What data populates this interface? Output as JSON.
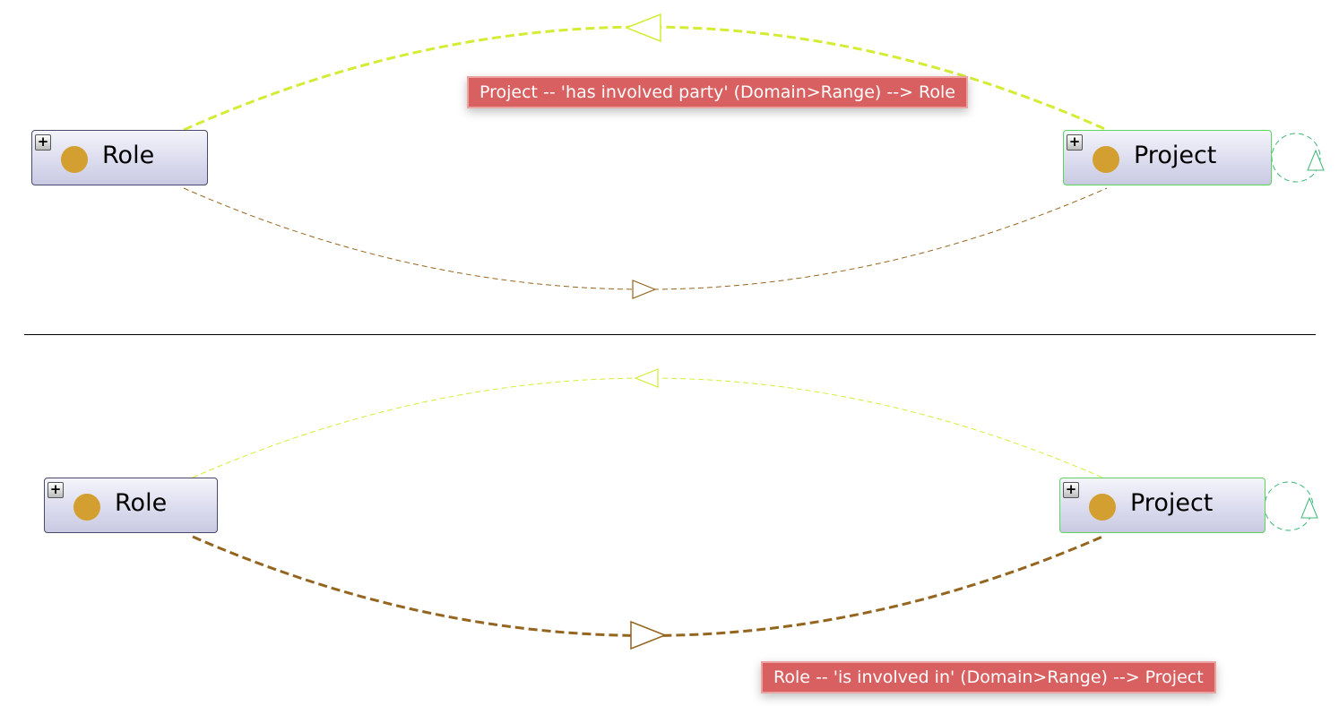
{
  "panels": [
    {
      "node_left": {
        "label": "Role",
        "expand_glyph": "+",
        "icon": "class-dot-icon"
      },
      "node_right": {
        "label": "Project",
        "expand_glyph": "+",
        "icon": "class-dot-icon"
      },
      "tooltip": "Project -- 'has involved party' (Domain>Range) --> Role",
      "highlighted_edge": "has involved party"
    },
    {
      "node_left": {
        "label": "Role",
        "expand_glyph": "+",
        "icon": "class-dot-icon"
      },
      "node_right": {
        "label": "Project",
        "expand_glyph": "+",
        "icon": "class-dot-icon"
      },
      "tooltip": "Role -- 'is involved in' (Domain>Range) --> Project",
      "highlighted_edge": "is involved in"
    }
  ],
  "colors": {
    "background": "#ffffff",
    "edge_has_involved_party": "#d4ec34",
    "edge_is_involved_in": "#94651f",
    "self_loop": "#3cb878",
    "node_dot": "#d29f30",
    "role_border": "#4a4a6a",
    "project_border": "#5fd35f",
    "tooltip_bg": "#d96060"
  }
}
